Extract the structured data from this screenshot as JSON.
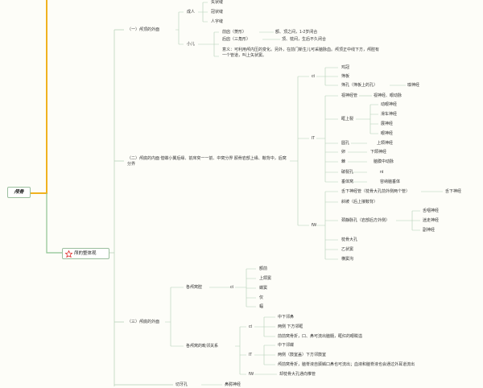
{
  "root": {
    "label": "颅骨"
  },
  "topic": {
    "icon": "star-icon",
    "label": "颅的整体观"
  },
  "sec1": {
    "title": "（一）颅顶的外面",
    "adult": "成人",
    "adult_items": [
      "矢状缝",
      "冠状缝",
      "人字缝"
    ],
    "child": "小儿",
    "front_fontanelle": "前囟（菱形）",
    "front_close": "额、顶之间，1-2岁闭合",
    "back_fontanelle": "后囟（三角形）",
    "back_close": "顶、枕间，生后不久闭合",
    "note": "意义：可利用颅内压的变化。另外，在前门新生儿可采脑脉血。颅顶正中线下方，颅腔有一个管道，叫上矢状窦。"
  },
  "sec2": {
    "title": "（二）颅底的内面 借蝶小翼后缘、前床突一一前、中窝分界 颞骨岩部上缘、鞍背中，后窝分界",
    "ct": "ct",
    "ct_items": [
      "鸡冠",
      "筛板",
      "筛孔（筛板上的孔）"
    ],
    "ct_nerve": "嗅神经",
    "lt": "lT",
    "lt_canal": "视神经管",
    "lt_canal_content": "视神经、眼动脉",
    "lt_fissure": "眶上裂",
    "lt_fissure_items": [
      "动眼神经",
      "滑车神经",
      "展神经",
      "眼神经"
    ],
    "lt_round": "圆孔",
    "lt_round_nerve": "上颌神经",
    "lt_oval": "卵",
    "lt_oval_nerve": "下颌神经",
    "lt_spinosum": "棘",
    "lt_spinosum_content": "脑膜中动脉",
    "lt_lacerum": "破裂孔",
    "lt_lacerum_note": "nt",
    "lt_sella": "垂体窝",
    "lt_sella_note": "容纳脑垂体",
    "fw": "fW",
    "fw_canal": "舌下神经管（枕骨大孔前外侧两个管）",
    "fw_canal_nerve": "舌下神经",
    "fw_clivus": "斜坡（后上接鞍背）",
    "fw_jugular": "颈静脉孔（岩部后方外侧）",
    "fw_jugular_items": [
      "舌咽神经",
      "迷走神经",
      "副神经"
    ],
    "fw_magnum": "枕骨大孔",
    "fw_sigmoid": "乙状窦",
    "fw_transverse": "横窦沟"
  },
  "sec3": {
    "title": "（三）颅底的外面",
    "a": "各颅窝腔",
    "a_ct": "ct",
    "a_items": [
      "额前",
      "上颌窦",
      "蝶窦",
      "仅",
      "蝠"
    ],
    "b": "各颅窝的毗邻关系",
    "b_ct": "ct",
    "b_ct_items": [
      "中下邻鼻",
      "两侧 下方邻眶",
      "前前窝骨折，口、鼻可流出脑髓，眶红的眼瞼溢"
    ],
    "b_lt": "lT",
    "b_lt_items": [
      "中下邻蝶",
      "两侧（鼓室盖）下方邻鼓室",
      "颅前窝骨折，脑脊液自颞鳞口鼻也可流出；血液和脑脊液也会通过外耳道流出"
    ],
    "b_fw": "fW",
    "b_fw_item": "却枕骨大孔通向椎管",
    "cut1": "切牙孔",
    "cut2": "鼻腭神经"
  }
}
